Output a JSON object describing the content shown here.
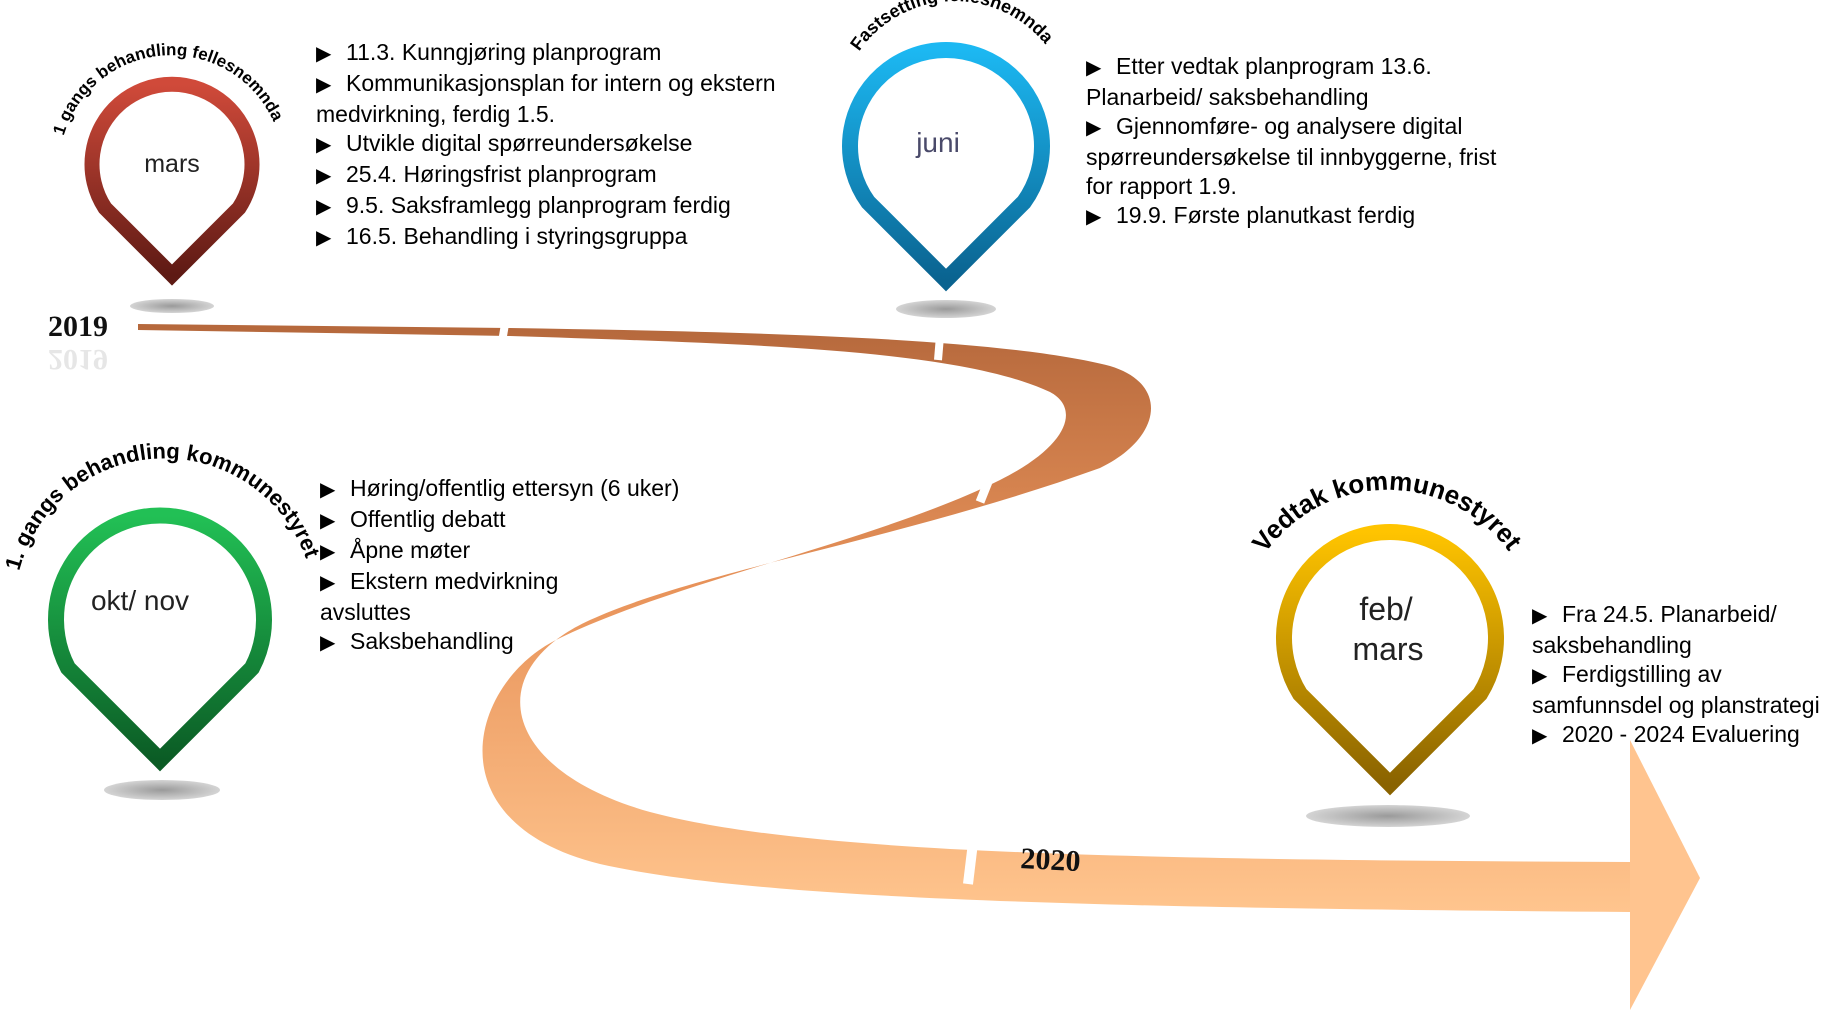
{
  "timeline": {
    "start_year": "2019",
    "end_year": "2020"
  },
  "milestones": [
    {
      "id": "mars",
      "heading": "1 gangs behandling fellesnemnda",
      "label": "mars",
      "color": "#b8372c",
      "color_dark": "#6d1f19",
      "items": [
        "11.3. Kunngjøring planprogram",
        "Kommunikasjonsplan for intern og ekstern medvirkning, ferdig 1.5.",
        "Utvikle digital spørreundersøkelse",
        "25.4. Høringsfrist planprogram",
        "9.5. Saksframlegg planprogram ferdig",
        "16.5. Behandling i styringsgruppa"
      ]
    },
    {
      "id": "juni",
      "heading": "Fastsetting fellesnemnda",
      "label": "juni",
      "color": "#14a7e8",
      "color_dark": "#0a6f9e",
      "items": [
        "Etter vedtak planprogram 13.6. Planarbeid/ saksbehandling",
        "Gjennomføre- og analysere digital spørreundersøkelse til innbyggerne, frist for rapport 1.9.",
        "19.9. Første planutkast ferdig"
      ]
    },
    {
      "id": "okt-nov",
      "heading": "1. gangs behandling kommunestyret",
      "label": "okt/ nov",
      "color": "#1faa4a",
      "color_dark": "#0d6b2b",
      "items": [
        "Høring/offentlig ettersyn (6 uker)",
        "Offentlig debatt",
        "Åpne møter",
        "Ekstern medvirkning avsluttes",
        "Saksbehandling"
      ]
    },
    {
      "id": "feb-mars",
      "heading": "Vedtak kommunestyret",
      "label": "feb/ mars",
      "color": "#f0b800",
      "color_dark": "#9a7000",
      "items": [
        "Fra 24.5. Planarbeid/ saksbehandling",
        "Ferdigstilling av samfunnsdel og planstrategi",
        "2020 - 2024 Evaluering"
      ]
    }
  ],
  "colors": {
    "road_start": "#b5683c",
    "road_end": "#ffc995",
    "shadow": "#b7b7b7"
  }
}
